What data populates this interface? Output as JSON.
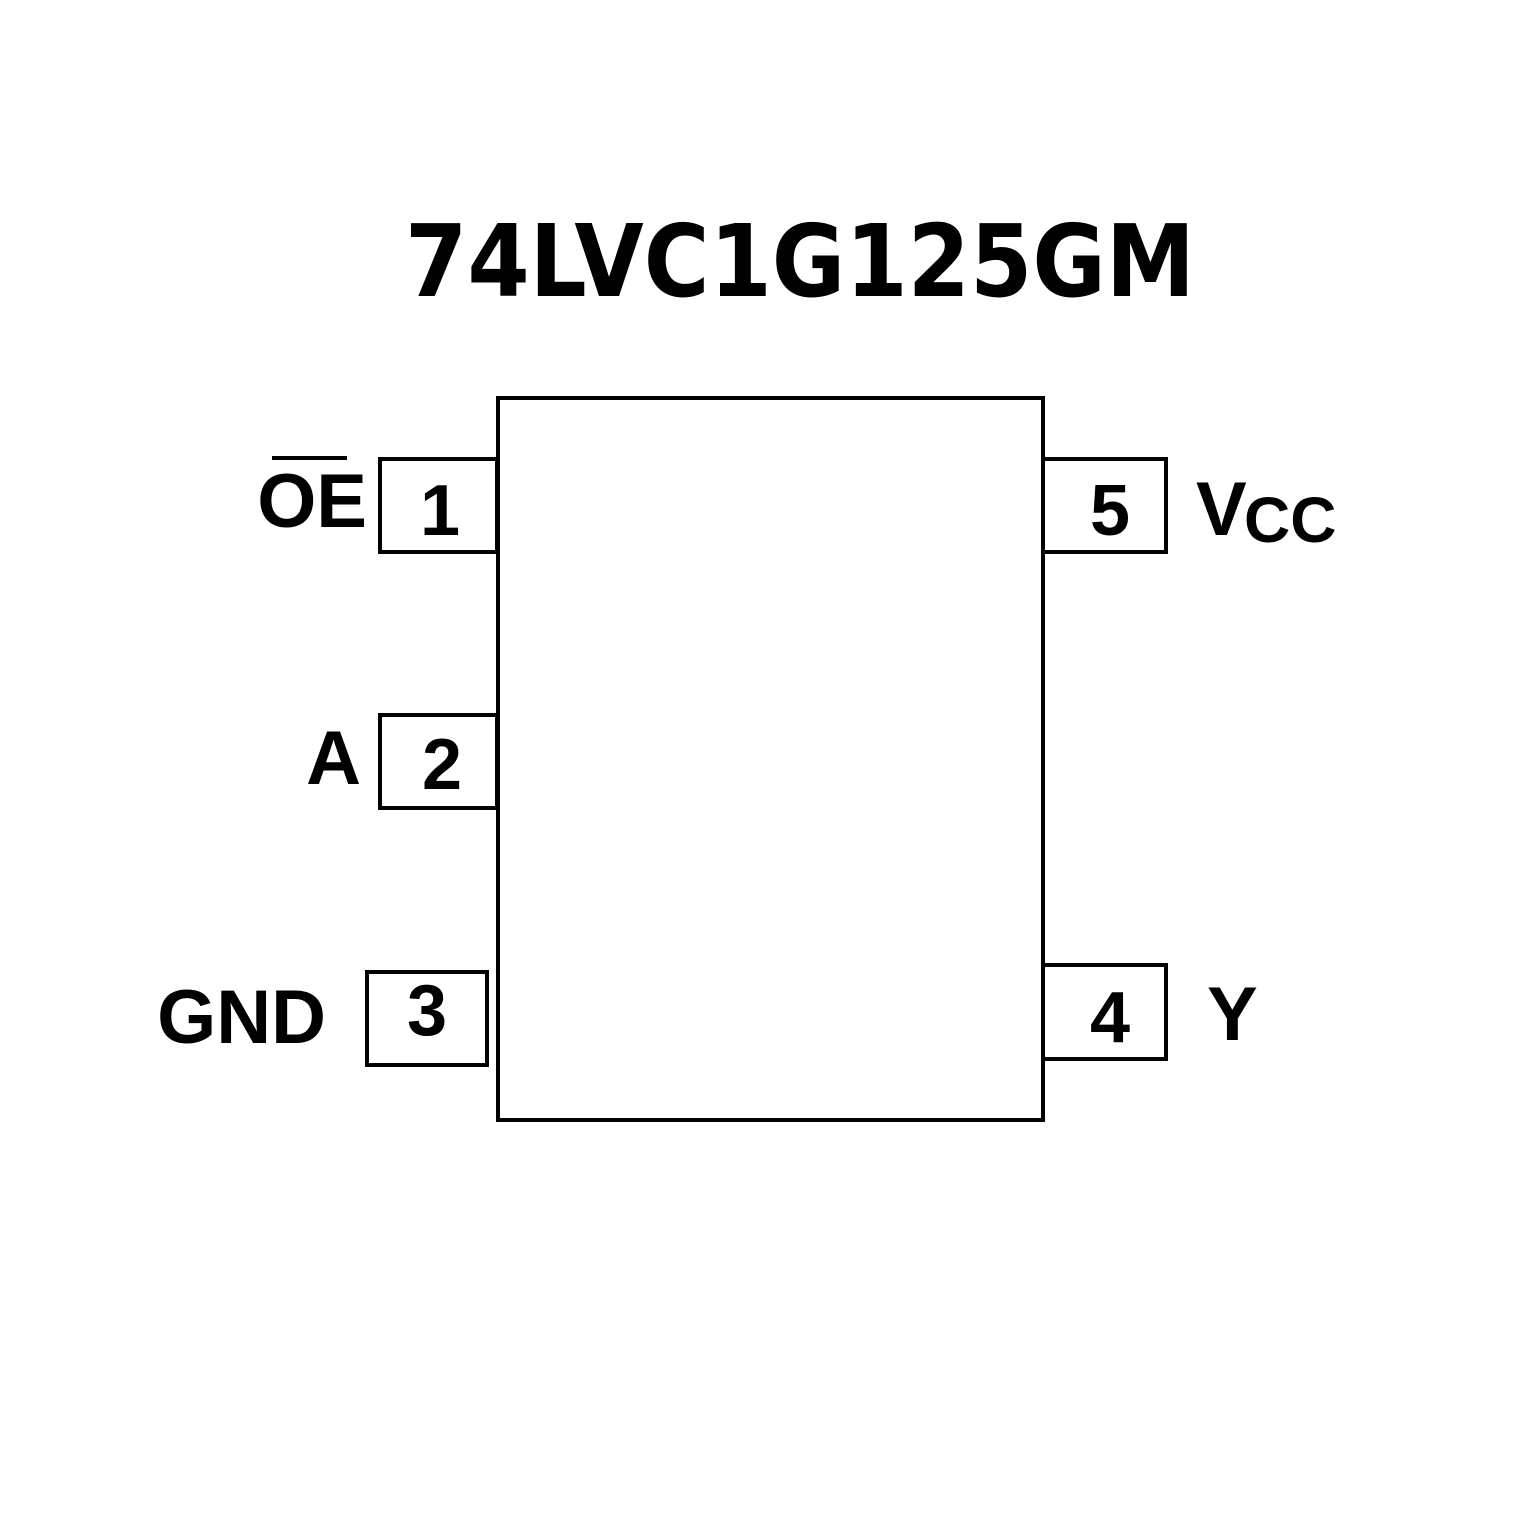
{
  "title": "74LVC1G125GM",
  "colors": {
    "stroke": "#000000",
    "background": "#ffffff"
  },
  "pins": {
    "p1": {
      "number": "1",
      "label": "OE",
      "active_low": true
    },
    "p2": {
      "number": "2",
      "label": "A"
    },
    "p3": {
      "number": "3",
      "label": "GND"
    },
    "p4": {
      "number": "4",
      "label": "Y"
    },
    "p5": {
      "number": "5",
      "label_main": "V",
      "label_sub": "CC"
    }
  }
}
